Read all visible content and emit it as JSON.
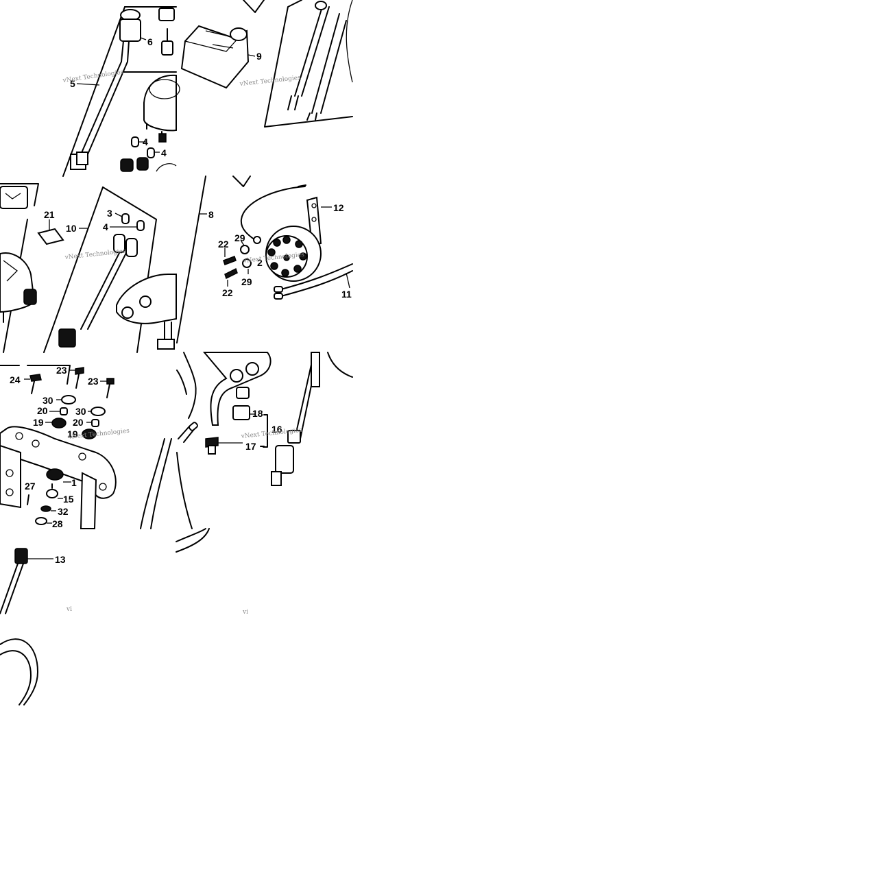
{
  "diagram": {
    "watermark": "vNext Technologies",
    "watermark_fragment": "vi",
    "callouts": [
      {
        "id": "6",
        "label": "6"
      },
      {
        "id": "5",
        "label": "5"
      },
      {
        "id": "4a",
        "label": "4"
      },
      {
        "id": "4b",
        "label": "4"
      },
      {
        "id": "9",
        "label": "9"
      },
      {
        "id": "21",
        "label": "21"
      },
      {
        "id": "10",
        "label": "10"
      },
      {
        "id": "3",
        "label": "3"
      },
      {
        "id": "4c",
        "label": "4"
      },
      {
        "id": "8",
        "label": "8"
      },
      {
        "id": "12",
        "label": "12"
      },
      {
        "id": "22a",
        "label": "22"
      },
      {
        "id": "29a",
        "label": "29"
      },
      {
        "id": "2",
        "label": "2"
      },
      {
        "id": "29b",
        "label": "29"
      },
      {
        "id": "22b",
        "label": "22"
      },
      {
        "id": "11",
        "label": "11"
      },
      {
        "id": "24",
        "label": "24"
      },
      {
        "id": "23a",
        "label": "23"
      },
      {
        "id": "23b",
        "label": "23"
      },
      {
        "id": "30a",
        "label": "30"
      },
      {
        "id": "20a",
        "label": "20"
      },
      {
        "id": "30b",
        "label": "30"
      },
      {
        "id": "19a",
        "label": "19"
      },
      {
        "id": "20b",
        "label": "20"
      },
      {
        "id": "19b",
        "label": "19"
      },
      {
        "id": "1",
        "label": "1"
      },
      {
        "id": "27",
        "label": "27"
      },
      {
        "id": "15",
        "label": "15"
      },
      {
        "id": "32",
        "label": "32"
      },
      {
        "id": "28",
        "label": "28"
      },
      {
        "id": "18",
        "label": "18"
      },
      {
        "id": "16",
        "label": "16"
      },
      {
        "id": "17",
        "label": "17"
      },
      {
        "id": "13",
        "label": "13"
      }
    ]
  }
}
